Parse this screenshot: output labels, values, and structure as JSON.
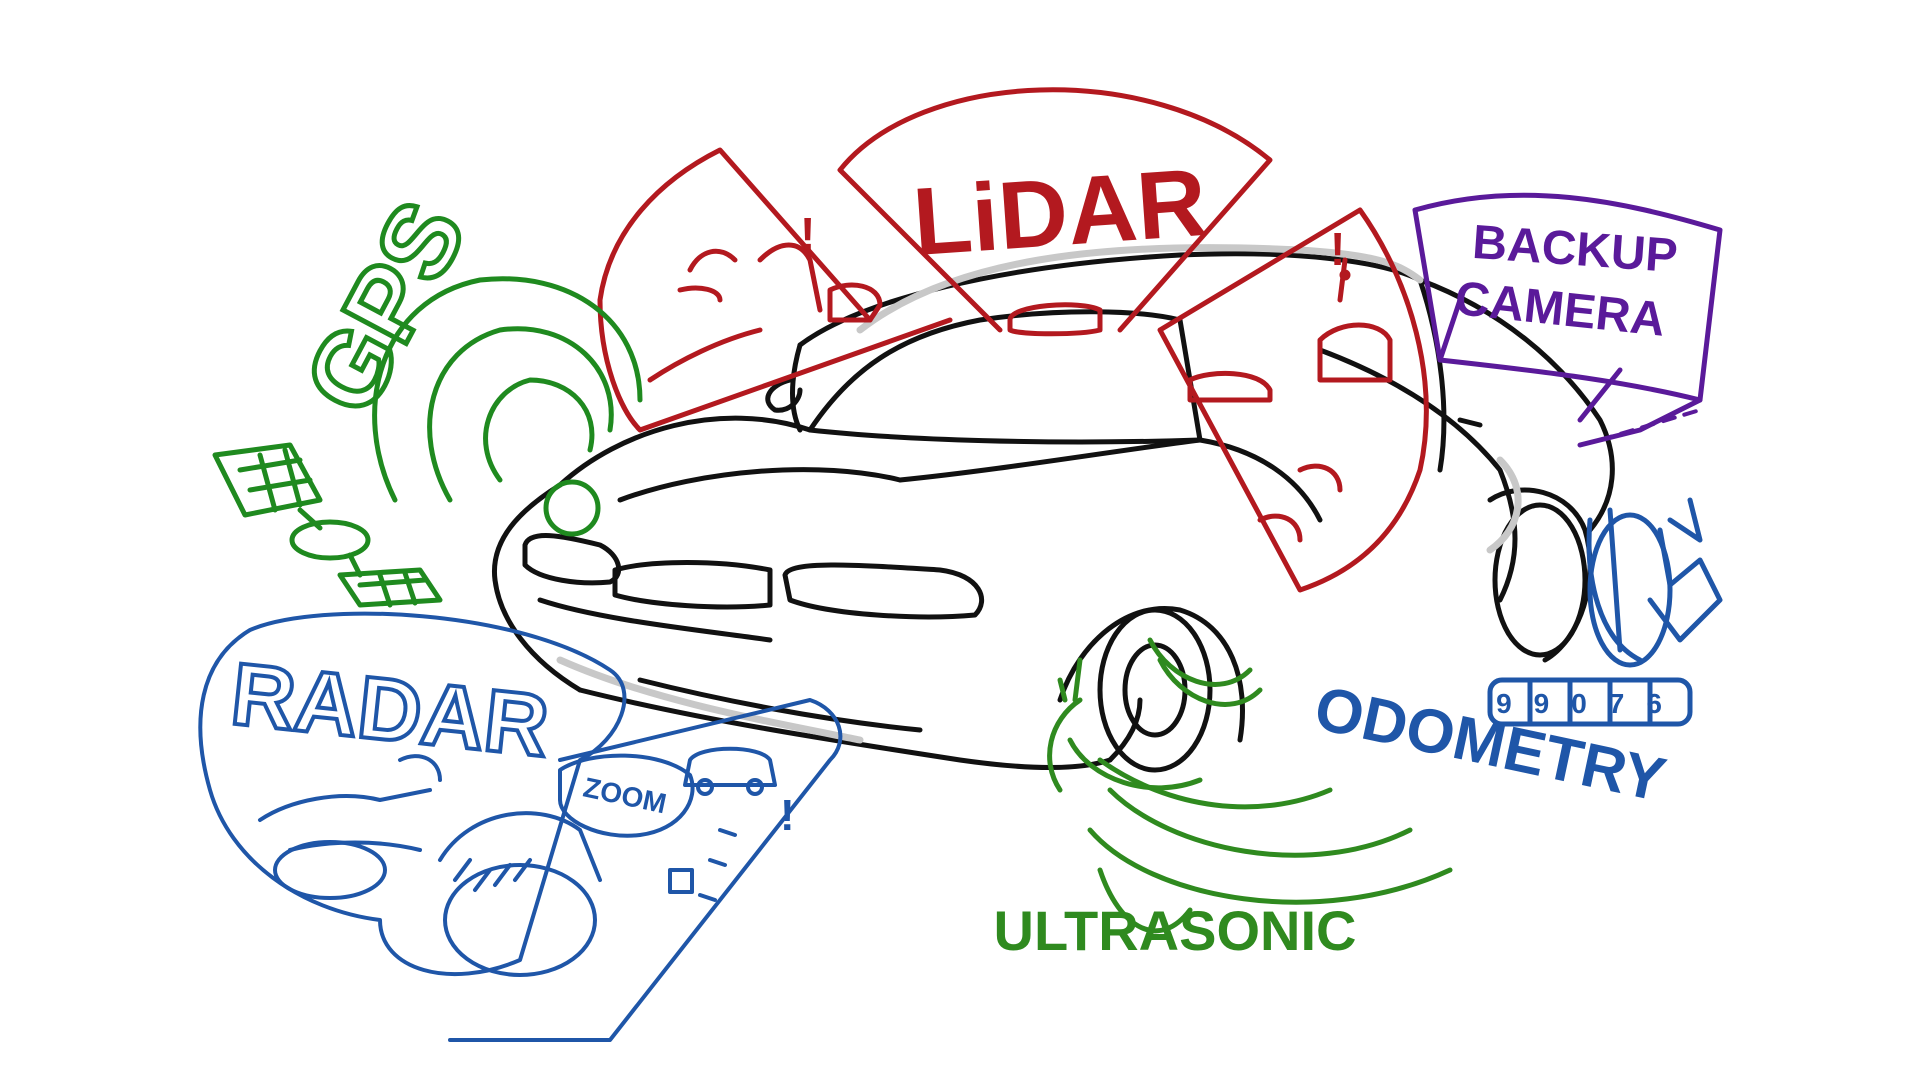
{
  "labels": {
    "lidar": "LiDAR",
    "gps": "GPS",
    "backup_camera_line1": "BACKUP",
    "backup_camera_line2": "CAMERA",
    "radar": "RADAR",
    "odometry": "ODOMETRY",
    "ultrasonic": "ULTRASONIC",
    "zoom": "ZOOM",
    "exclaim": "!",
    "odometer_digits": "99076"
  },
  "colors": {
    "lidar": "#b3191f",
    "gps": "#1f8a1f",
    "backup_camera": "#5a1a9a",
    "radar": "#1f56a8",
    "odometry": "#1f56a8",
    "ultrasonic": "#2f8a1f",
    "car_outline": "#111111",
    "ghost_car": "#c8c8c8"
  },
  "icons": [
    "car",
    "satellite-icon",
    "gps-signal-icon",
    "radar-dish-icon",
    "camera-frame-icon",
    "wheel-icon",
    "sound-wave-icon"
  ]
}
